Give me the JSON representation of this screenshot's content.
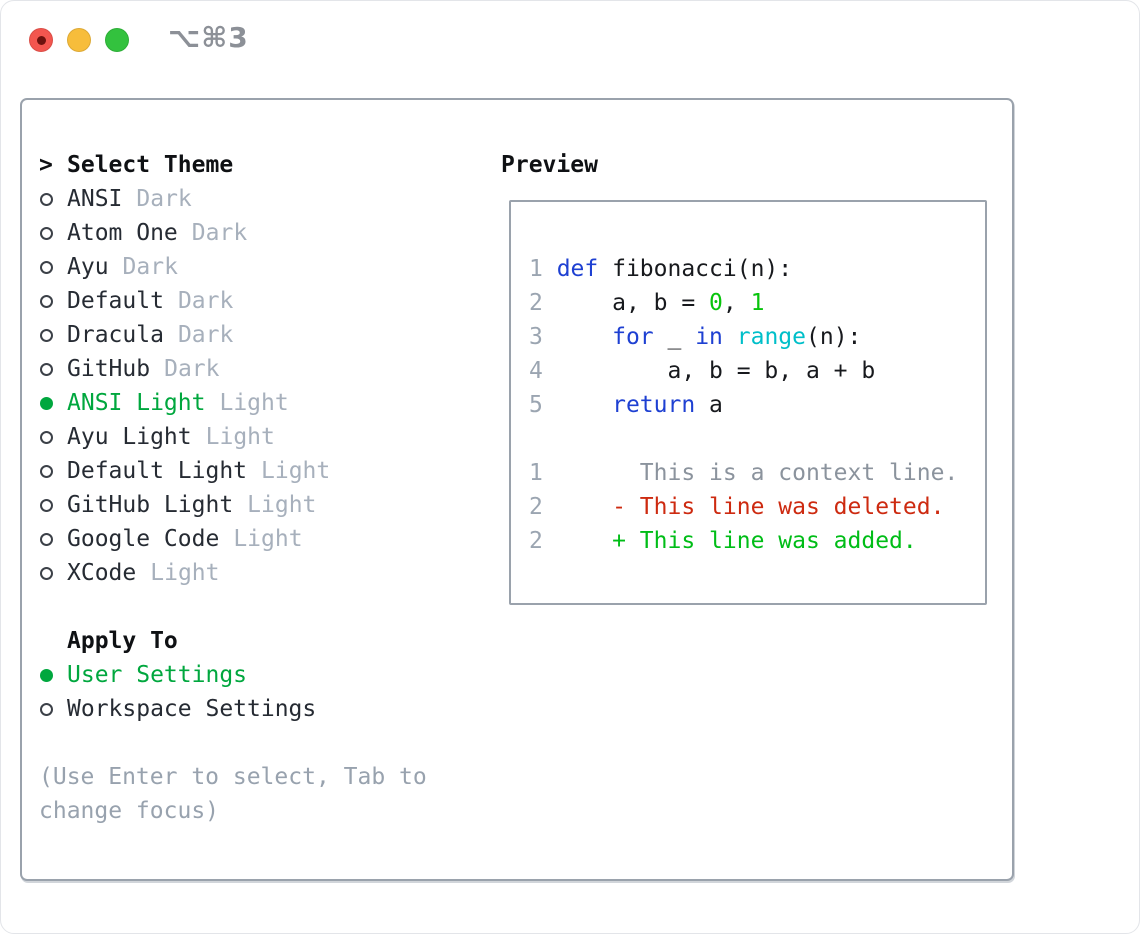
{
  "window": {
    "shortcut": "⌥⌘3"
  },
  "theme_panel": {
    "title_marker": ">",
    "title": "Select Theme",
    "themes": [
      {
        "name": "ANSI",
        "tag": "Dark",
        "selected": false
      },
      {
        "name": "Atom One",
        "tag": "Dark",
        "selected": false
      },
      {
        "name": "Ayu",
        "tag": "Dark",
        "selected": false
      },
      {
        "name": "Default",
        "tag": "Dark",
        "selected": false
      },
      {
        "name": "Dracula",
        "tag": "Dark",
        "selected": false
      },
      {
        "name": "GitHub",
        "tag": "Dark",
        "selected": false
      },
      {
        "name": "ANSI Light",
        "tag": "Light",
        "selected": true
      },
      {
        "name": "Ayu Light",
        "tag": "Light",
        "selected": false
      },
      {
        "name": "Default Light",
        "tag": "Light",
        "selected": false
      },
      {
        "name": "GitHub Light",
        "tag": "Light",
        "selected": false
      },
      {
        "name": "Google Code",
        "tag": "Light",
        "selected": false
      },
      {
        "name": "XCode",
        "tag": "Light",
        "selected": false
      }
    ],
    "apply_to": {
      "title": "Apply To",
      "options": [
        {
          "name": "User Settings",
          "selected": true
        },
        {
          "name": "Workspace Settings",
          "selected": false
        }
      ]
    },
    "help_lines": [
      "(Use Enter to select, Tab to",
      "change focus)"
    ]
  },
  "preview": {
    "title": "Preview",
    "lines": [
      {
        "num": "1",
        "segments": [
          {
            "t": "def",
            "c": "kw"
          },
          {
            "t": " fibonacci(n):",
            "c": "fg"
          }
        ]
      },
      {
        "num": "2",
        "segments": [
          {
            "t": "    a, b = ",
            "c": "fg"
          },
          {
            "t": "0",
            "c": "green"
          },
          {
            "t": ", ",
            "c": "fg"
          },
          {
            "t": "1",
            "c": "green"
          }
        ]
      },
      {
        "num": "3",
        "segments": [
          {
            "t": "    ",
            "c": "fg"
          },
          {
            "t": "for",
            "c": "kw"
          },
          {
            "t": " _ ",
            "c": "fg"
          },
          {
            "t": "in",
            "c": "kw"
          },
          {
            "t": " ",
            "c": "fg"
          },
          {
            "t": "range",
            "c": "builtin"
          },
          {
            "t": "(n):",
            "c": "fg"
          }
        ]
      },
      {
        "num": "4",
        "segments": [
          {
            "t": "        a, b = b, a + b",
            "c": "fg"
          }
        ]
      },
      {
        "num": "5",
        "segments": [
          {
            "t": "    ",
            "c": "fg"
          },
          {
            "t": "return",
            "c": "kw"
          },
          {
            "t": " a",
            "c": "fg"
          }
        ]
      },
      {
        "num": "",
        "segments": []
      },
      {
        "num": "1",
        "segments": [
          {
            "t": "      This is a context line.",
            "c": "ctx"
          }
        ]
      },
      {
        "num": "2",
        "segments": [
          {
            "t": "    ",
            "c": "fg"
          },
          {
            "t": "- This line was deleted.",
            "c": "del"
          }
        ]
      },
      {
        "num": "2",
        "segments": [
          {
            "t": "    ",
            "c": "fg"
          },
          {
            "t": "+ This line was added.",
            "c": "add"
          }
        ]
      }
    ]
  },
  "colors": {
    "fg": "#17191d",
    "kw": "#1e40d2",
    "builtin": "#00bfc9",
    "green": "#08c40c",
    "linenum": "#9ba5b1",
    "ctx": "#8b939d",
    "del": "#cd2a10",
    "add": "#00bd17",
    "item": "#262b33",
    "tag": "#a7b0bc",
    "help": "#98a2ae",
    "selected": "#00a73e",
    "circle": "#3c4148",
    "border": "#9aa2ac",
    "header": "#0f1114",
    "shortcut": "#8c9097",
    "light_red": "#f3564f",
    "light_red_dot": "#6d120e",
    "light_yellow": "#f7bd3b",
    "light_green": "#33c23e"
  }
}
